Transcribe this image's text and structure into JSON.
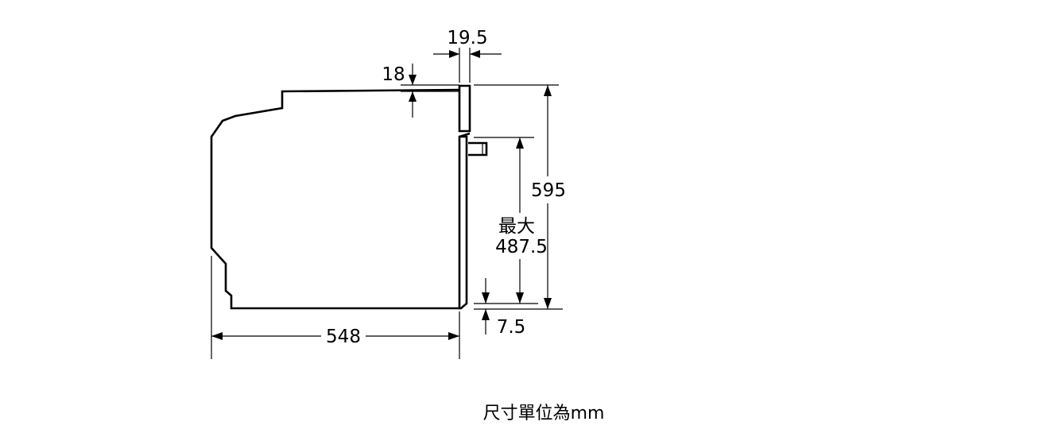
{
  "dimensions": {
    "depth": "548",
    "height": "595",
    "panel_thickness": "19.5",
    "top_offset": "18",
    "bottom_offset": "7.5",
    "door_height_prefix": "最大",
    "door_height": "487.5"
  },
  "caption": "尺寸單位為mm",
  "colors": {
    "line": "#000000",
    "background": "#ffffff"
  }
}
